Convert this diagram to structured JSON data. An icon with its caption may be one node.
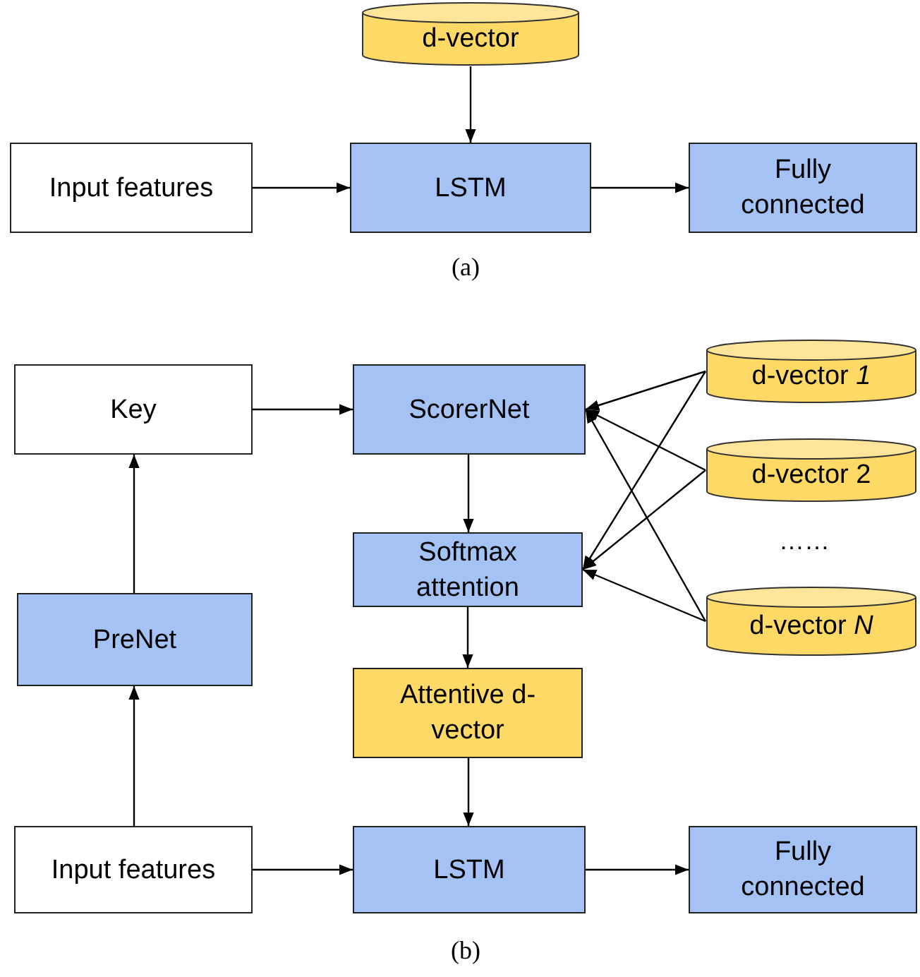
{
  "diagram": {
    "nodes": [
      {
        "text": [
          "d-vector"
        ]
      },
      {
        "text": [
          "Input features"
        ]
      },
      {
        "text": [
          "LSTM"
        ]
      },
      {
        "text": [
          "Fully connected"
        ]
      },
      {
        "text": [
          "Key"
        ]
      },
      {
        "text": [
          "ScorerNet"
        ]
      },
      {
        "text": [
          "d-vector *1*"
        ]
      },
      {
        "text": [
          "d-vector 2"
        ]
      },
      {
        "text": [
          "Softmax attention"
        ]
      },
      {
        "text": [
          "PreNet"
        ]
      },
      {
        "text": [
          "d-vector *N*"
        ]
      },
      {
        "text": [
          "Attentive d-vector"
        ]
      },
      {
        "text": [
          "Input features"
        ]
      },
      {
        "text": [
          "LSTM"
        ]
      },
      {
        "text": [
          "Fully connected"
        ]
      }
    ],
    "edges": [
      {
        "from": 0,
        "to": 2,
        "arrow": "to"
      },
      {
        "from": 1,
        "to": 2,
        "arrow": "to"
      },
      {
        "from": 2,
        "to": 3,
        "arrow": "to"
      },
      {
        "from": 4,
        "to": 5,
        "arrow": "to"
      },
      {
        "from": 6,
        "to": 5,
        "arrow": "to"
      },
      {
        "from": 6,
        "to": 8,
        "arrow": "to"
      },
      {
        "from": 7,
        "to": 5,
        "arrow": "to"
      },
      {
        "from": 7,
        "to": 8,
        "arrow": "to"
      },
      {
        "from": 10,
        "to": 5,
        "arrow": "to"
      },
      {
        "from": 10,
        "to": 8,
        "arrow": "to"
      },
      {
        "from": 5,
        "to": 8,
        "arrow": "to"
      },
      {
        "from": 9,
        "to": 4,
        "arrow": "to"
      },
      {
        "from": 8,
        "to": 11,
        "arrow": "to"
      },
      {
        "from": 12,
        "to": 9,
        "arrow": "to"
      },
      {
        "from": 11,
        "to": 13,
        "arrow": "to"
      },
      {
        "from": 12,
        "to": 13,
        "arrow": "to"
      },
      {
        "from": 13,
        "to": 14,
        "arrow": "to"
      }
    ],
    "labels": [
      "(a)",
      "……",
      "(b)"
    ]
  }
}
